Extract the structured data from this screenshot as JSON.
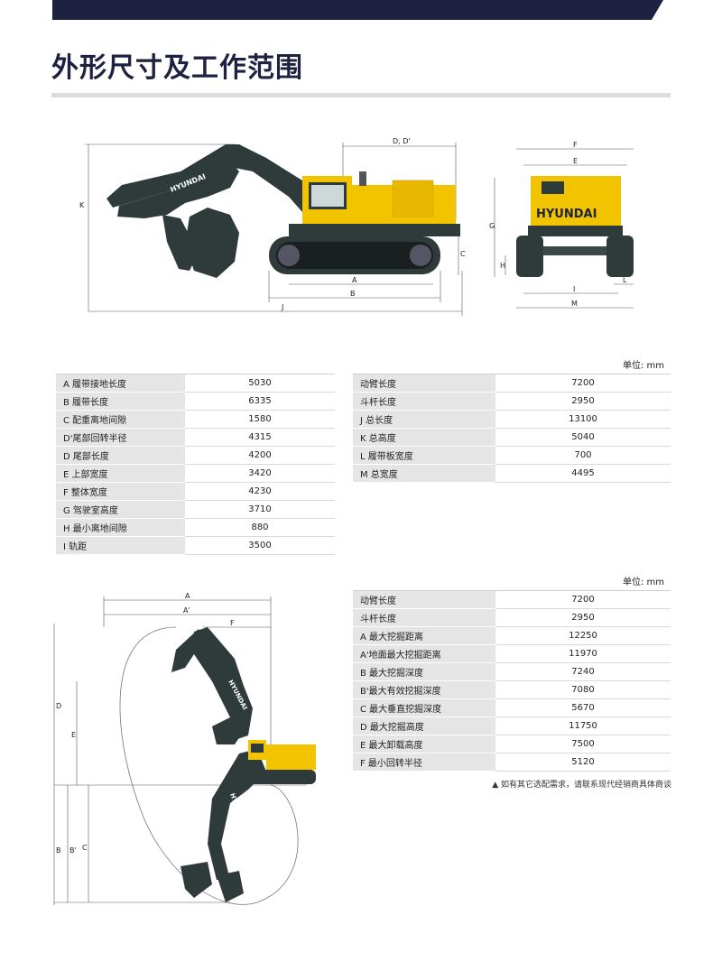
{
  "header": {
    "title": "外形尺寸及工作范围"
  },
  "side_view": {
    "brand": "HYUNDAI",
    "labels": {
      "K": "K",
      "DD": "D, D'",
      "C": "C",
      "A": "A",
      "B": "B",
      "J": "J"
    }
  },
  "rear_view": {
    "brand": "HYUNDAI",
    "labels": {
      "F": "F",
      "E": "E",
      "G": "G",
      "H": "H",
      "L": "L",
      "I": "I",
      "M": "M"
    }
  },
  "reach_view": {
    "brand": "HYUNDAI",
    "labels": {
      "A": "A",
      "A2": "A'",
      "F": "F",
      "D": "D",
      "E": "E",
      "B": "B",
      "B2": "B'",
      "C": "C"
    }
  },
  "dimensions": {
    "unit_label": "单位: mm",
    "left": [
      {
        "key": "A 履带接地长度",
        "value": "5030"
      },
      {
        "key": "B 履带长度",
        "value": "6335"
      },
      {
        "key": "C 配重离地间隙",
        "value": "1580"
      },
      {
        "key": "D'尾部回转半径",
        "value": "4315"
      },
      {
        "key": "D 尾部长度",
        "value": "4200"
      },
      {
        "key": "E 上部宽度",
        "value": "3420"
      },
      {
        "key": "F 整体宽度",
        "value": "4230"
      },
      {
        "key": "G 驾驶室高度",
        "value": "3710"
      },
      {
        "key": "H 最小离地间隙",
        "value": "880"
      },
      {
        "key": "I 轨距",
        "value": "3500"
      }
    ],
    "right": [
      {
        "key": "动臂长度",
        "value": "7200"
      },
      {
        "key": "斗杆长度",
        "value": "2950"
      },
      {
        "key": "J 总长度",
        "value": "13100"
      },
      {
        "key": "K 总高度",
        "value": "5040"
      },
      {
        "key": "L 履带板宽度",
        "value": "700"
      },
      {
        "key": "M 总宽度",
        "value": "4495"
      }
    ]
  },
  "working_range": {
    "unit_label": "单位: mm",
    "rows": [
      {
        "key": "动臂长度",
        "value": "7200"
      },
      {
        "key": "斗杆长度",
        "value": "2950"
      },
      {
        "key": "A 最大挖掘距离",
        "value": "12250"
      },
      {
        "key": "A'地面最大挖掘距离",
        "value": "11970"
      },
      {
        "key": "B 最大挖掘深度",
        "value": "7240"
      },
      {
        "key": "B'最大有效挖掘深度",
        "value": "7080"
      },
      {
        "key": "C 最大垂直挖掘深度",
        "value": "5670"
      },
      {
        "key": "D 最大挖掘高度",
        "value": "11750"
      },
      {
        "key": "E 最大卸载高度",
        "value": "7500"
      },
      {
        "key": "F 最小回转半径",
        "value": "5120"
      }
    ],
    "note": "▲ 如有其它选配需求，请联系现代经销商具体商谈"
  },
  "colors": {
    "navy": "#1f2140",
    "yellow": "#f2c400",
    "machine_dark": "#2f3a3a",
    "table_key_bg": "#e5e5e5"
  }
}
